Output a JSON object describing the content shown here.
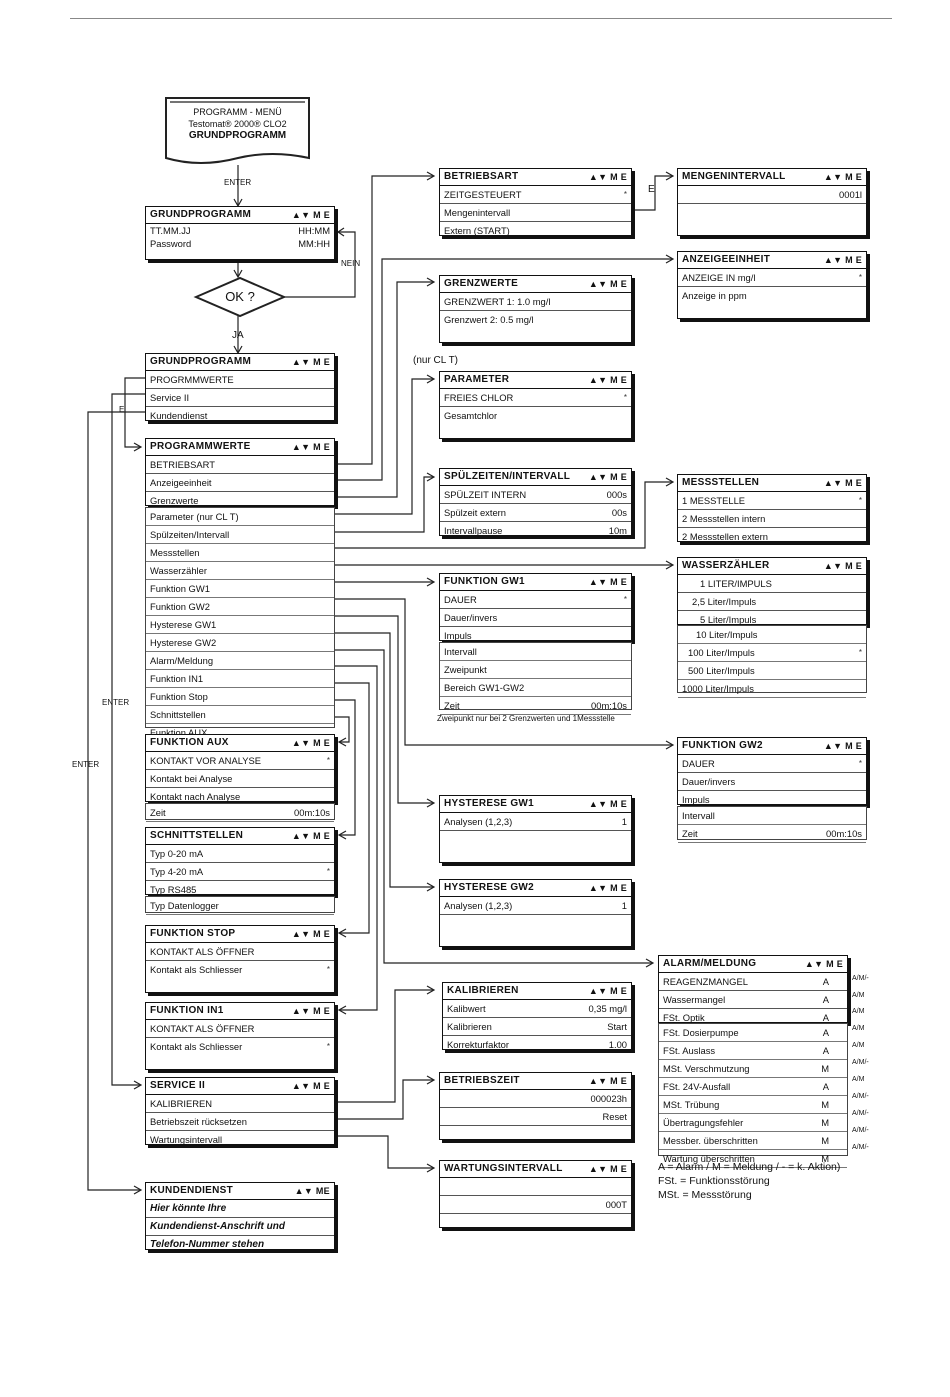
{
  "start": {
    "line1": "PROGRAMM - MENÜ",
    "line2": "Testomat® 2000® CLO2",
    "line3": "GRUNDPROGRAMM"
  },
  "labels": {
    "enter": "ENTER",
    "nein": "NEIN",
    "ja": "JA",
    "ok": "OK ?",
    "e": "E",
    "nur_clt": "(nur CL T)",
    "zweipunkt_note": "Zweipunkt nur bei 2 Grenzwerten und 1Messstelle",
    "keys": "▲▼ M E",
    "keys2": "▲▼ ME"
  },
  "grund1": {
    "title": "GRUNDPROGRAMM",
    "rows": [
      [
        "TT.MM.JJ",
        "HH:MM"
      ],
      [
        "Password",
        "MM:HH"
      ]
    ]
  },
  "grund2": {
    "title": "GRUNDPROGRAMM",
    "rows": [
      "PROGRMMWERTE",
      "Service II",
      "Kundendienst"
    ]
  },
  "progw": {
    "title": "PROGRAMMWERTE",
    "rows": [
      "BETRIEBSART",
      "Anzeigeeinheit",
      "Grenzwerte"
    ],
    "ext": [
      "Parameter (nur CL T)",
      "Spülzeiten/Intervall",
      "Messstellen",
      "Wasserzähler",
      "Funktion GW1",
      "Funktion GW2",
      "Hysterese GW1",
      "Hysterese GW2",
      "Alarm/Meldung",
      "Funktion IN1",
      "Funktion Stop",
      "Schnittstellen",
      "Funktion AUX"
    ]
  },
  "betriebsart": {
    "title": "BETRIEBSART",
    "rows": [
      [
        "ZEITGESTEUERT",
        "*"
      ],
      [
        "Mengenintervall",
        ""
      ],
      [
        "Extern (START)",
        ""
      ]
    ]
  },
  "mengen": {
    "title": "MENGENINTERVALL",
    "rows": [
      [
        "",
        "0001l"
      ],
      [
        "",
        ""
      ]
    ]
  },
  "anzeige": {
    "title": "ANZEIGEEINHEIT",
    "rows": [
      [
        "ANZEIGE IN mg/l",
        "*"
      ],
      [
        "Anzeige in ppm",
        ""
      ]
    ]
  },
  "grenz": {
    "title": "GRENZWERTE",
    "rows": [
      "GRENZWERT 1: 1.0 mg/l",
      "Grenzwert 2: 0.5 mg/l"
    ]
  },
  "param": {
    "title": "PARAMETER",
    "rows": [
      [
        "FREIES CHLOR",
        "*"
      ],
      [
        "Gesamtchlor",
        ""
      ]
    ]
  },
  "spuel": {
    "title": "SPÜLZEITEN/INTERVALL",
    "rows": [
      [
        "SPÜLZEIT INTERN",
        "000s"
      ],
      [
        "Spülzeit extern",
        "00s"
      ],
      [
        "Intervallpause",
        "10m"
      ]
    ]
  },
  "mess": {
    "title": "MESSSTELLEN",
    "rows": [
      [
        "1 MESSTELLE",
        "*"
      ],
      [
        "2 Messstellen intern",
        ""
      ],
      [
        "2 Messstellen extern",
        ""
      ]
    ]
  },
  "wasser": {
    "title": "WASSERZÄHLER",
    "rows": [
      [
        "1 LITER/IMPULS",
        ""
      ],
      [
        "2,5 Liter/Impuls",
        ""
      ],
      [
        "5 Liter/Impuls",
        ""
      ]
    ],
    "ext": [
      [
        "10 Liter/Impuls",
        ""
      ],
      [
        "100 Liter/Impuls",
        "*"
      ],
      [
        "500 Liter/Impuls",
        ""
      ],
      [
        "1000 Liter/Impuls",
        ""
      ]
    ]
  },
  "gw1": {
    "title": "FUNKTION GW1",
    "rows": [
      [
        "DAUER",
        "*"
      ],
      [
        "Dauer/invers",
        ""
      ],
      [
        "Impuls",
        ""
      ]
    ],
    "ext": [
      [
        "Intervall",
        ""
      ],
      [
        "Zweipunkt",
        ""
      ],
      [
        "Bereich GW1-GW2",
        ""
      ],
      [
        "Zeit",
        "00m:10s"
      ]
    ]
  },
  "gw2": {
    "title": "FUNKTION GW2",
    "rows": [
      [
        "DAUER",
        "*"
      ],
      [
        "Dauer/invers",
        ""
      ],
      [
        "Impuls",
        ""
      ]
    ],
    "ext": [
      [
        "Intervall",
        ""
      ],
      [
        "Zeit",
        "00m:10s"
      ]
    ]
  },
  "aux": {
    "title": "FUNKTION AUX",
    "rows": [
      [
        "KONTAKT VOR ANALYSE",
        "*"
      ],
      [
        "Kontakt bei Analyse",
        ""
      ],
      [
        "Kontakt nach Analyse",
        ""
      ]
    ],
    "ext": [
      [
        "Zeit",
        "00m:10s"
      ]
    ]
  },
  "schnitt": {
    "title": "SCHNITTSTELLEN",
    "rows": [
      [
        "Typ 0-20 mA",
        ""
      ],
      [
        "Typ 4-20 mA",
        "*"
      ],
      [
        "Typ RS485",
        ""
      ]
    ],
    "ext": [
      [
        "Typ Datenlogger",
        ""
      ]
    ]
  },
  "hyst1": {
    "title": "HYSTERESE GW1",
    "rows": [
      [
        "Analysen (1,2,3)",
        "1"
      ],
      [
        "",
        ""
      ]
    ]
  },
  "hyst2": {
    "title": "HYSTERESE GW2",
    "rows": [
      [
        "Analysen (1,2,3)",
        "1"
      ],
      [
        "",
        ""
      ]
    ]
  },
  "stop": {
    "title": "FUNKTION STOP",
    "rows": [
      [
        "KONTAKT ALS ÖFFNER",
        ""
      ],
      [
        "Kontakt als Schliesser",
        "*"
      ]
    ]
  },
  "in1": {
    "title": "FUNKTION IN1",
    "rows": [
      [
        "KONTAKT ALS ÖFFNER",
        ""
      ],
      [
        "Kontakt als Schliesser",
        "*"
      ]
    ]
  },
  "kalib": {
    "title": "KALIBRIEREN",
    "rows": [
      [
        "Kalibwert",
        "0,35 mg/l"
      ],
      [
        "Kalibrieren",
        "Start"
      ],
      [
        "Korrekturfaktor",
        "1.00"
      ]
    ]
  },
  "betriebszeit": {
    "title": "BETRIEBSZEIT",
    "rows": [
      [
        "",
        "000023h"
      ],
      [
        "",
        "Reset"
      ],
      [
        "",
        ""
      ]
    ]
  },
  "wartung": {
    "title": "WARTUNGSINTERVALL",
    "rows": [
      [
        "",
        ""
      ],
      [
        "",
        "000T"
      ],
      [
        "",
        ""
      ]
    ]
  },
  "service": {
    "title": "SERVICE II",
    "rows": [
      "KALIBRIEREN",
      "Betriebszeit rücksetzen",
      "Wartungsintervall"
    ]
  },
  "kunden": {
    "title": "KUNDENDIENST",
    "rows": [
      "Hier könnte Ihre",
      "Kundendienst-Anschrift und",
      "Telefon-Nummer stehen"
    ]
  },
  "alarm": {
    "title": "ALARM/MELDUNG",
    "rows": [
      [
        "REAGENZMANGEL",
        "A"
      ],
      [
        "Wassermangel",
        "A"
      ],
      [
        "FSt. Optik",
        "A"
      ]
    ],
    "ext": [
      [
        "FSt. Dosierpumpe",
        "A"
      ],
      [
        "FSt. Auslass",
        "A"
      ],
      [
        "MSt.  Verschmutzung",
        "M"
      ],
      [
        "FSt. 24V-Ausfall",
        "A"
      ],
      [
        "MSt. Trübung",
        "M"
      ],
      [
        "Übertragungsfehler",
        "M"
      ],
      [
        "Messber. überschritten",
        "M"
      ],
      [
        "Wartung überschritten",
        "M"
      ]
    ],
    "side": [
      "A/M/-",
      "A/M",
      "A/M",
      "A/M",
      "A/M",
      "A/M/-",
      "A/M",
      "A/M/-",
      "A/M/-",
      "A/M/-",
      "A/M/-"
    ]
  },
  "legend": [
    "A = Alarm / M = Meldung / - = k. Aktion)",
    "FSt. = Funktionsstörung",
    "MSt. = Messstörung"
  ]
}
